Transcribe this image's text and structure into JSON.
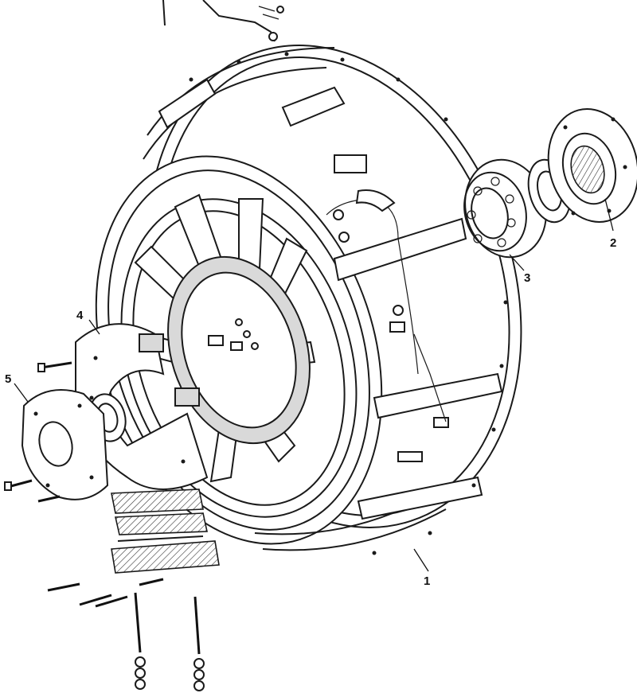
{
  "diagram": {
    "callouts": [
      {
        "id": "1",
        "label": "1"
      },
      {
        "id": "2",
        "label": "2"
      },
      {
        "id": "3",
        "label": "3"
      },
      {
        "id": "4",
        "label": "4"
      },
      {
        "id": "5",
        "label": "5"
      }
    ]
  },
  "colors": {
    "ink": "#1a1a1a",
    "paper": "#ffffff",
    "shade": "#d9d9d9"
  }
}
